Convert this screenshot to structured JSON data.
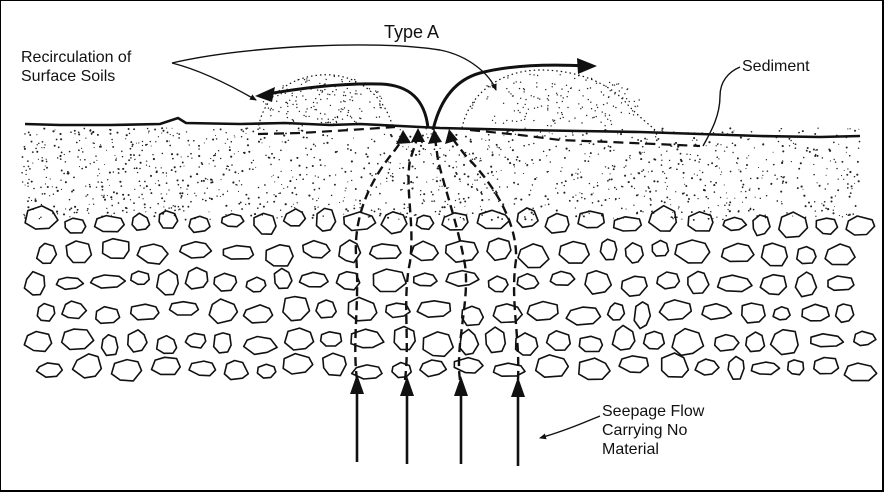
{
  "diagram": {
    "title": "Type A",
    "labels": {
      "recirculation_line1": "Recirculation of",
      "recirculation_line2": "Surface Soils",
      "sediment": "Sediment",
      "seepage_line1": "Seepage Flow",
      "seepage_line2": "Carrying No",
      "seepage_line3": "Material"
    },
    "colors": {
      "ink": "#111111",
      "background": "#ffffff"
    }
  }
}
